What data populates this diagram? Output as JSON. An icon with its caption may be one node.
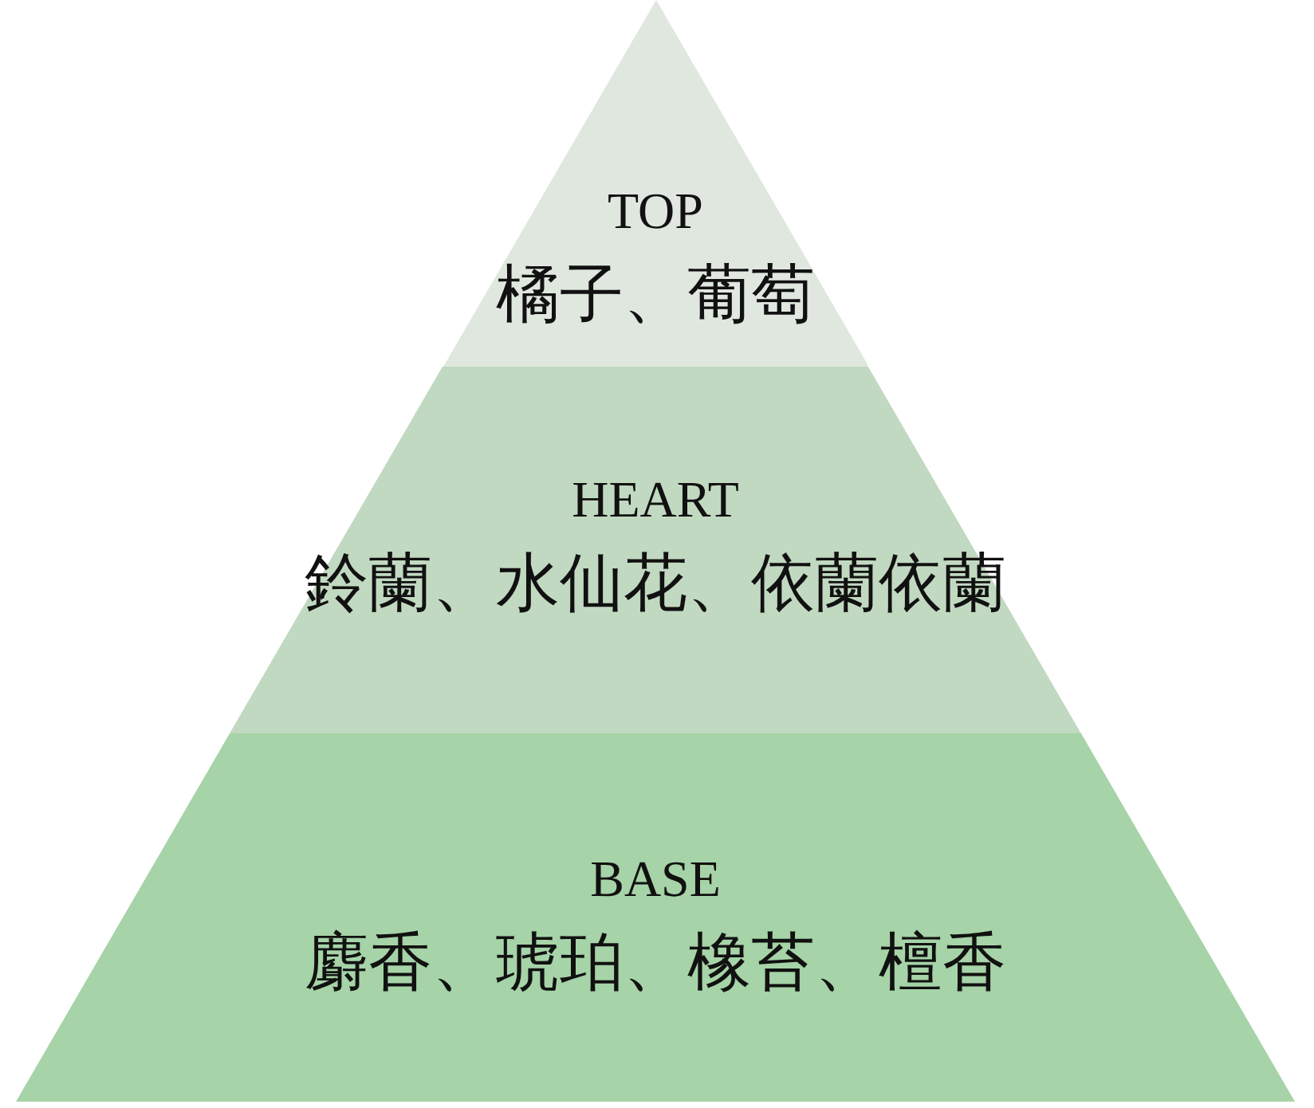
{
  "diagram": {
    "nodes": [
      {
        "text": [
          "TOP",
          "橘子、葡萄"
        ]
      },
      {
        "text": [
          "HEART",
          "鈴蘭、水仙花、依蘭依蘭"
        ]
      },
      {
        "text": [
          "BASE",
          "麝香、琥珀、橡苔、檀香"
        ]
      }
    ]
  }
}
